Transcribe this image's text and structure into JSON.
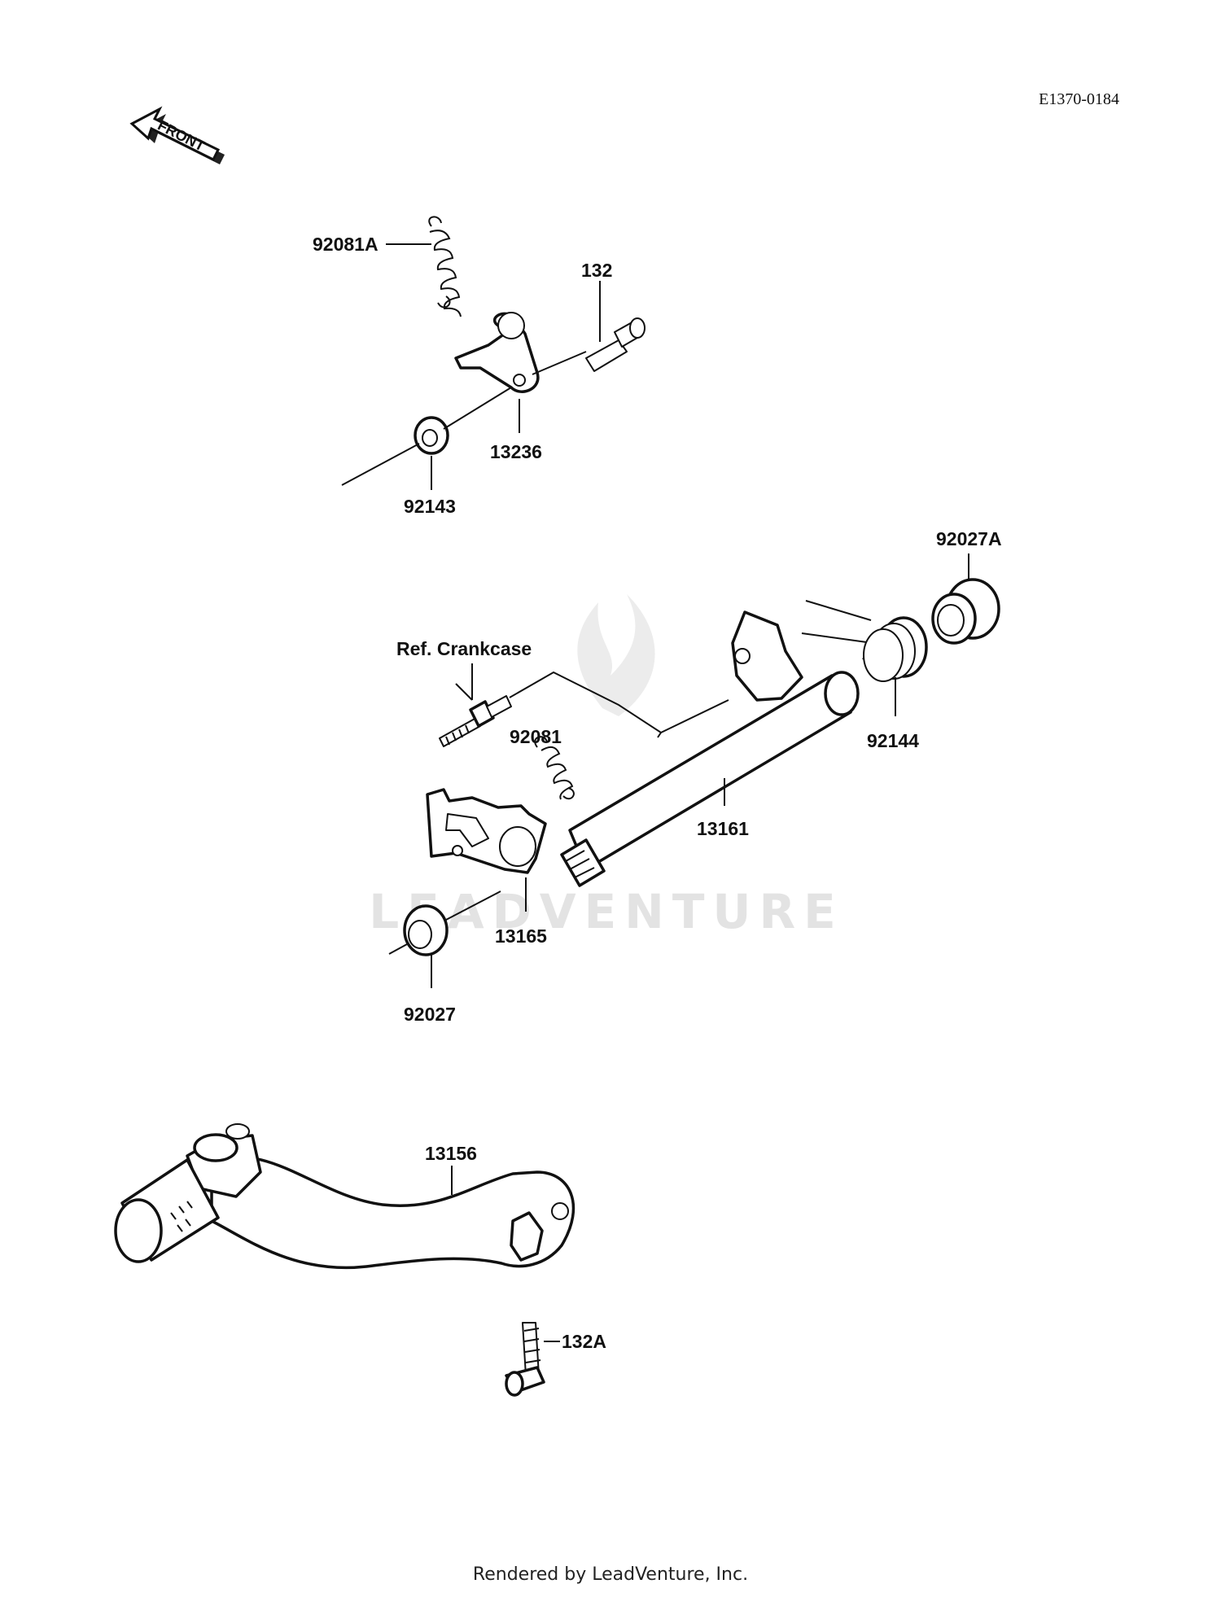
{
  "diagram_code": "E1370-0184",
  "front_arrow_text": "FRONT",
  "watermark_text": "LEADVENTURE",
  "reference_label": "Ref. Crankcase",
  "footer_credit": "Rendered by LeadVenture, Inc.",
  "part_labels": {
    "p92081A": "92081A",
    "p132": "132",
    "p13236": "13236",
    "p92143": "92143",
    "p92027A": "92027A",
    "p92144": "92144",
    "p92081": "92081",
    "p13161": "13161",
    "p13165": "13165",
    "p92027": "92027",
    "p13156": "13156",
    "p132A": "132A"
  }
}
